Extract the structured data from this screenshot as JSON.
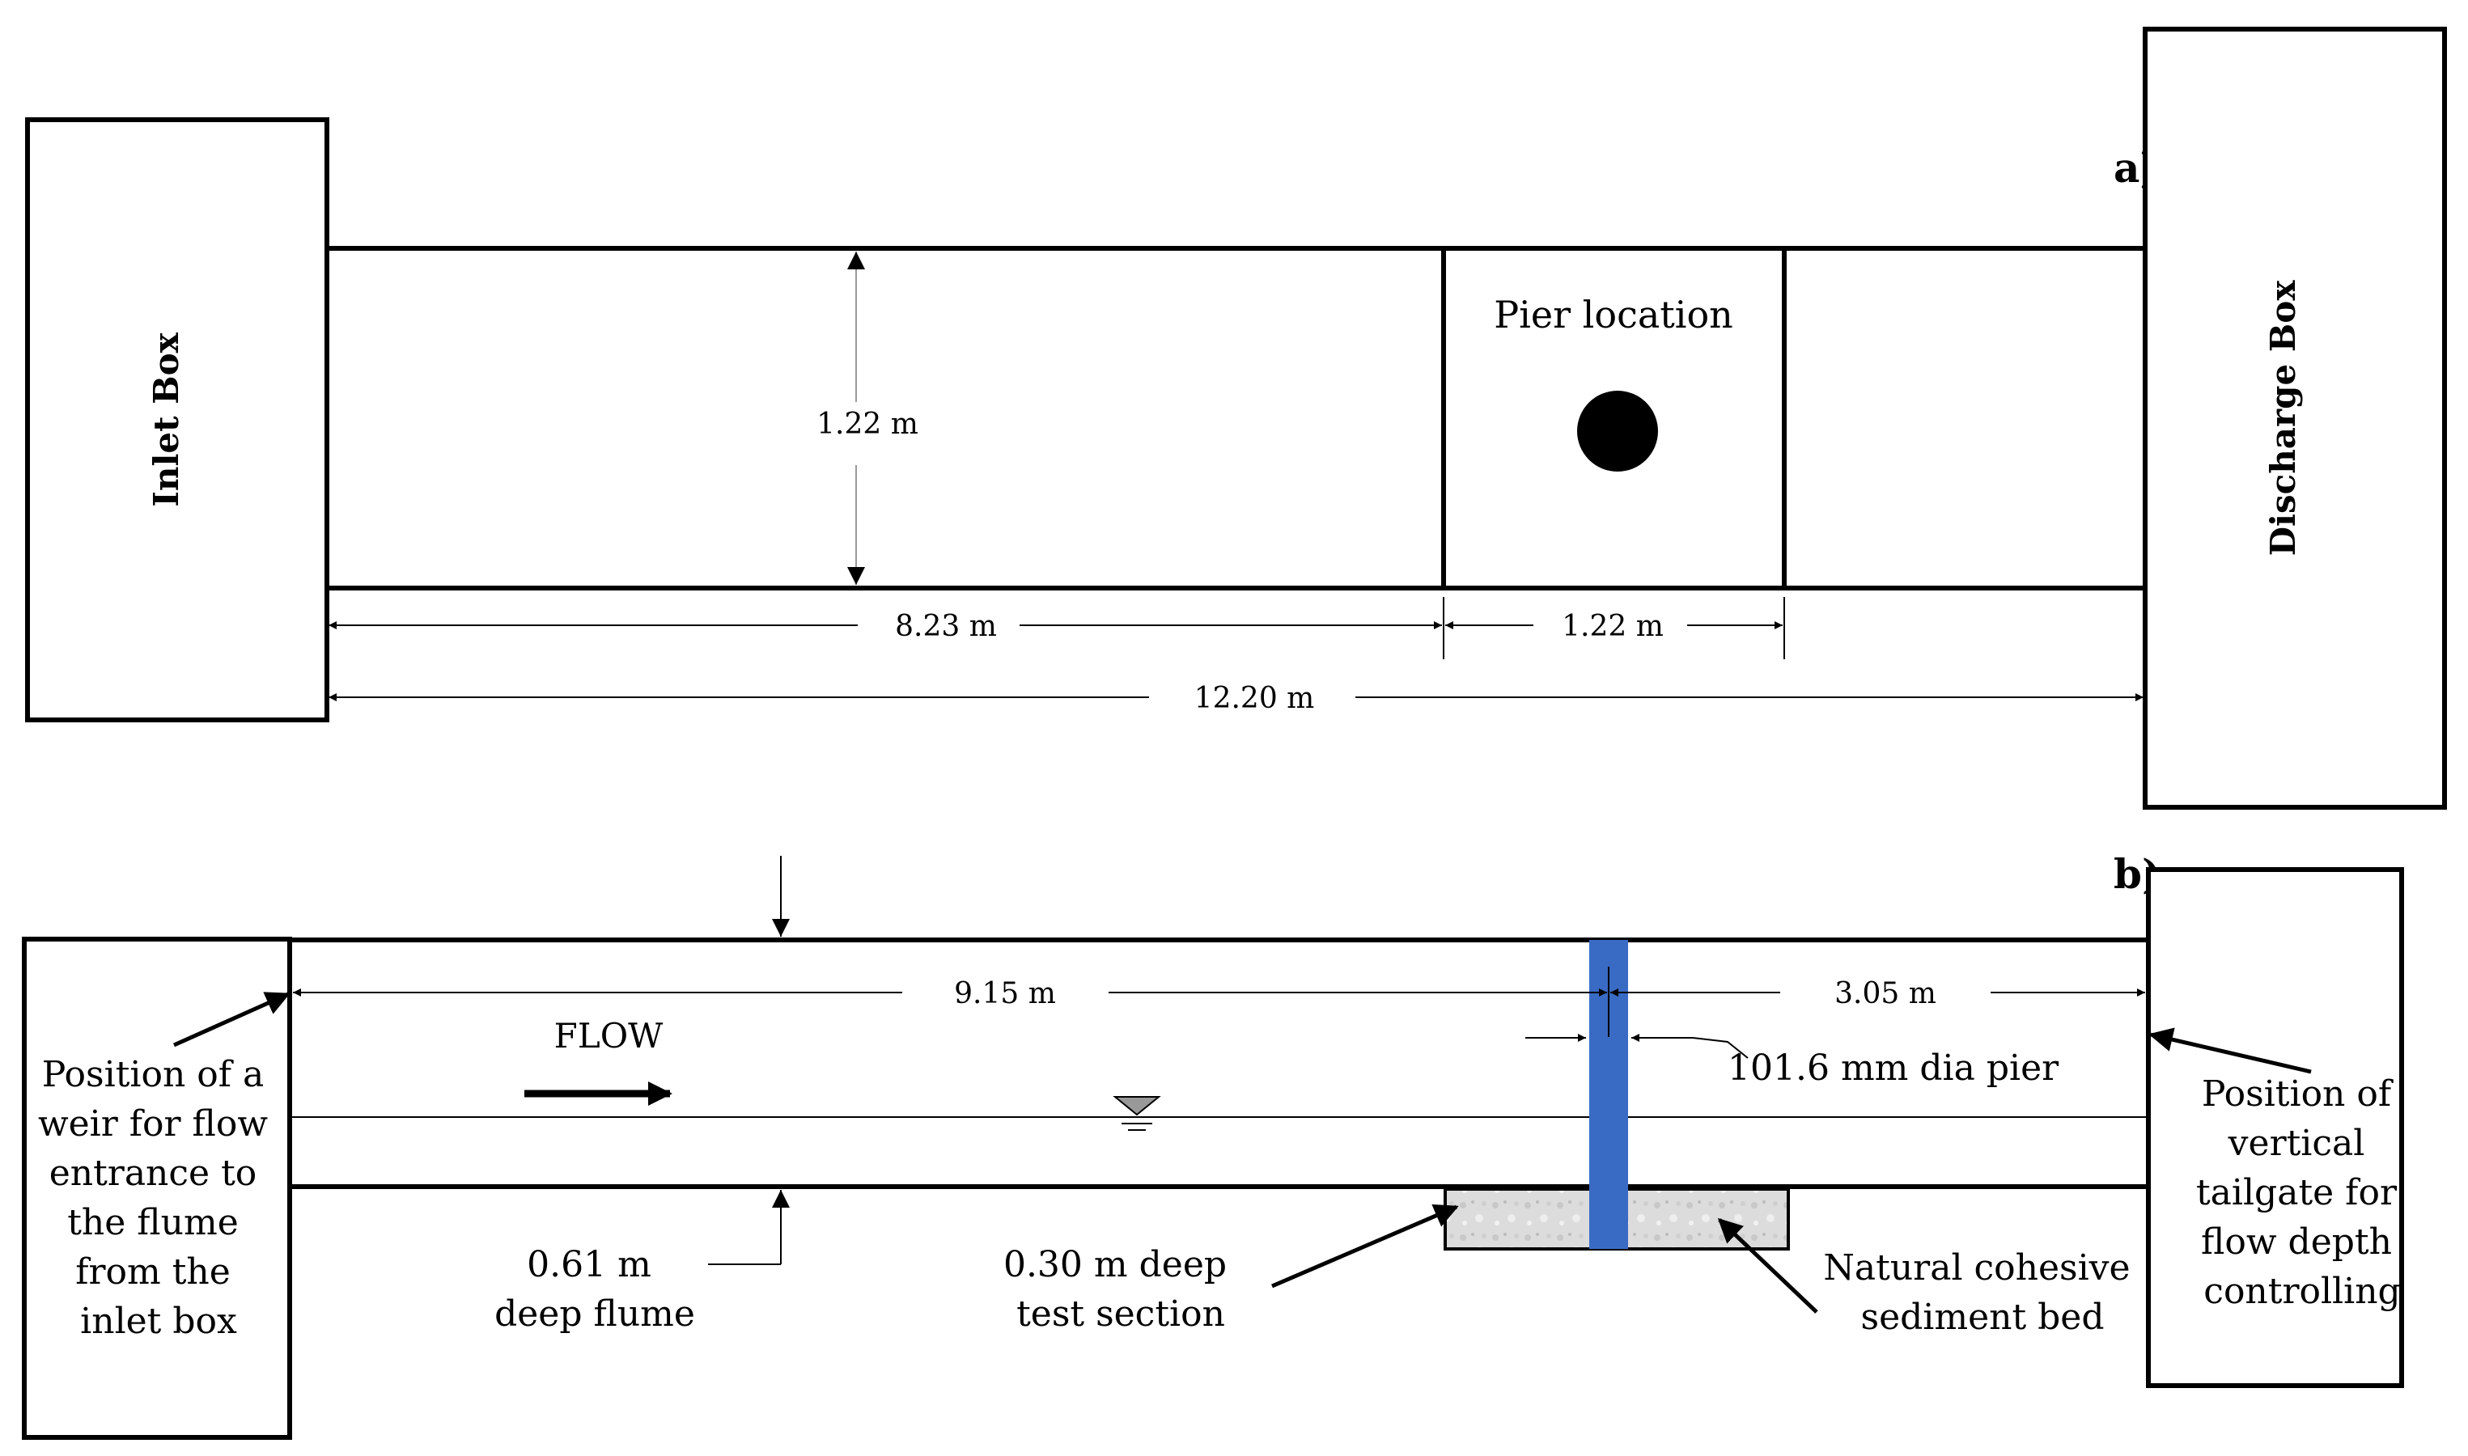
{
  "panel_a": {
    "label": "a)",
    "inlet_box": "Inlet Box",
    "discharge_box": "Discharge Box",
    "pier_location": "Pier location",
    "width_dim": "1.22 m",
    "upstream_dim": "8.23 m",
    "pier_section_dim": "1.22 m",
    "total_dim": "12.20 m"
  },
  "panel_b": {
    "label": "b)",
    "flow": "FLOW",
    "upstream_dim": "9.15 m",
    "downstream_dim": "3.05 m",
    "pier_note": "101.6 mm dia pier",
    "weir_note": [
      "Position of a",
      "weir for flow",
      "entrance to",
      "the flume",
      "from the",
      "inlet box"
    ],
    "tailgate_note": [
      "Position of",
      "vertical",
      "tailgate for",
      "flow depth",
      "controlling"
    ],
    "flume_depth": [
      "0.61 m",
      "deep flume"
    ],
    "test_section": [
      "0.30 m deep",
      "test section"
    ],
    "sediment_bed": [
      "Natural cohesive",
      "sediment bed"
    ]
  },
  "colors": {
    "pier": "#3a6bc4",
    "sediment": "#dddddd",
    "line": "#000000"
  }
}
